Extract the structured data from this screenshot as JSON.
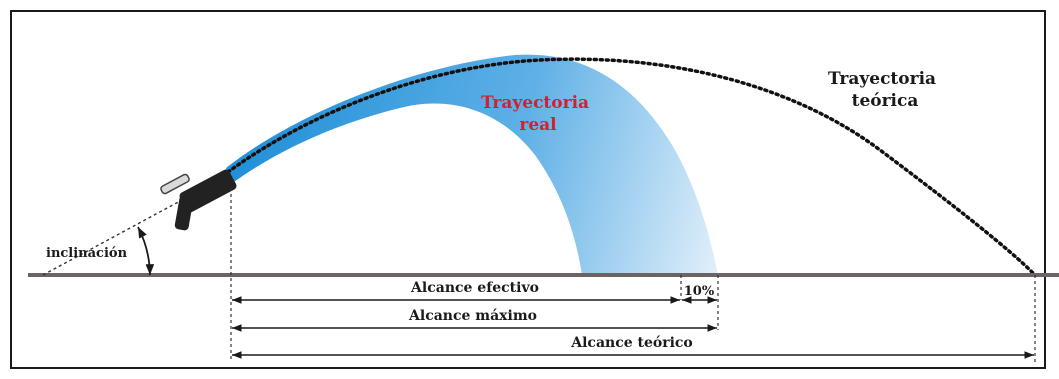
{
  "labels": {
    "theoretical_trajectory": [
      "Trayectoria",
      "teórica"
    ],
    "real_trajectory": [
      "Trayectoria",
      "real"
    ],
    "inclination": "inclinación",
    "effective_range": "Alcance efectivo",
    "ten_percent": "10%",
    "max_range": "Alcance máximo",
    "theoretical_range": "Alcance teórico"
  },
  "colors": {
    "frame": "#1a1a1a",
    "ground": "#6b6462",
    "water_start": "#1f8fd8",
    "water_end": "#dcecf8",
    "real_label": "#d4202a",
    "nozzle": "#222222"
  }
}
